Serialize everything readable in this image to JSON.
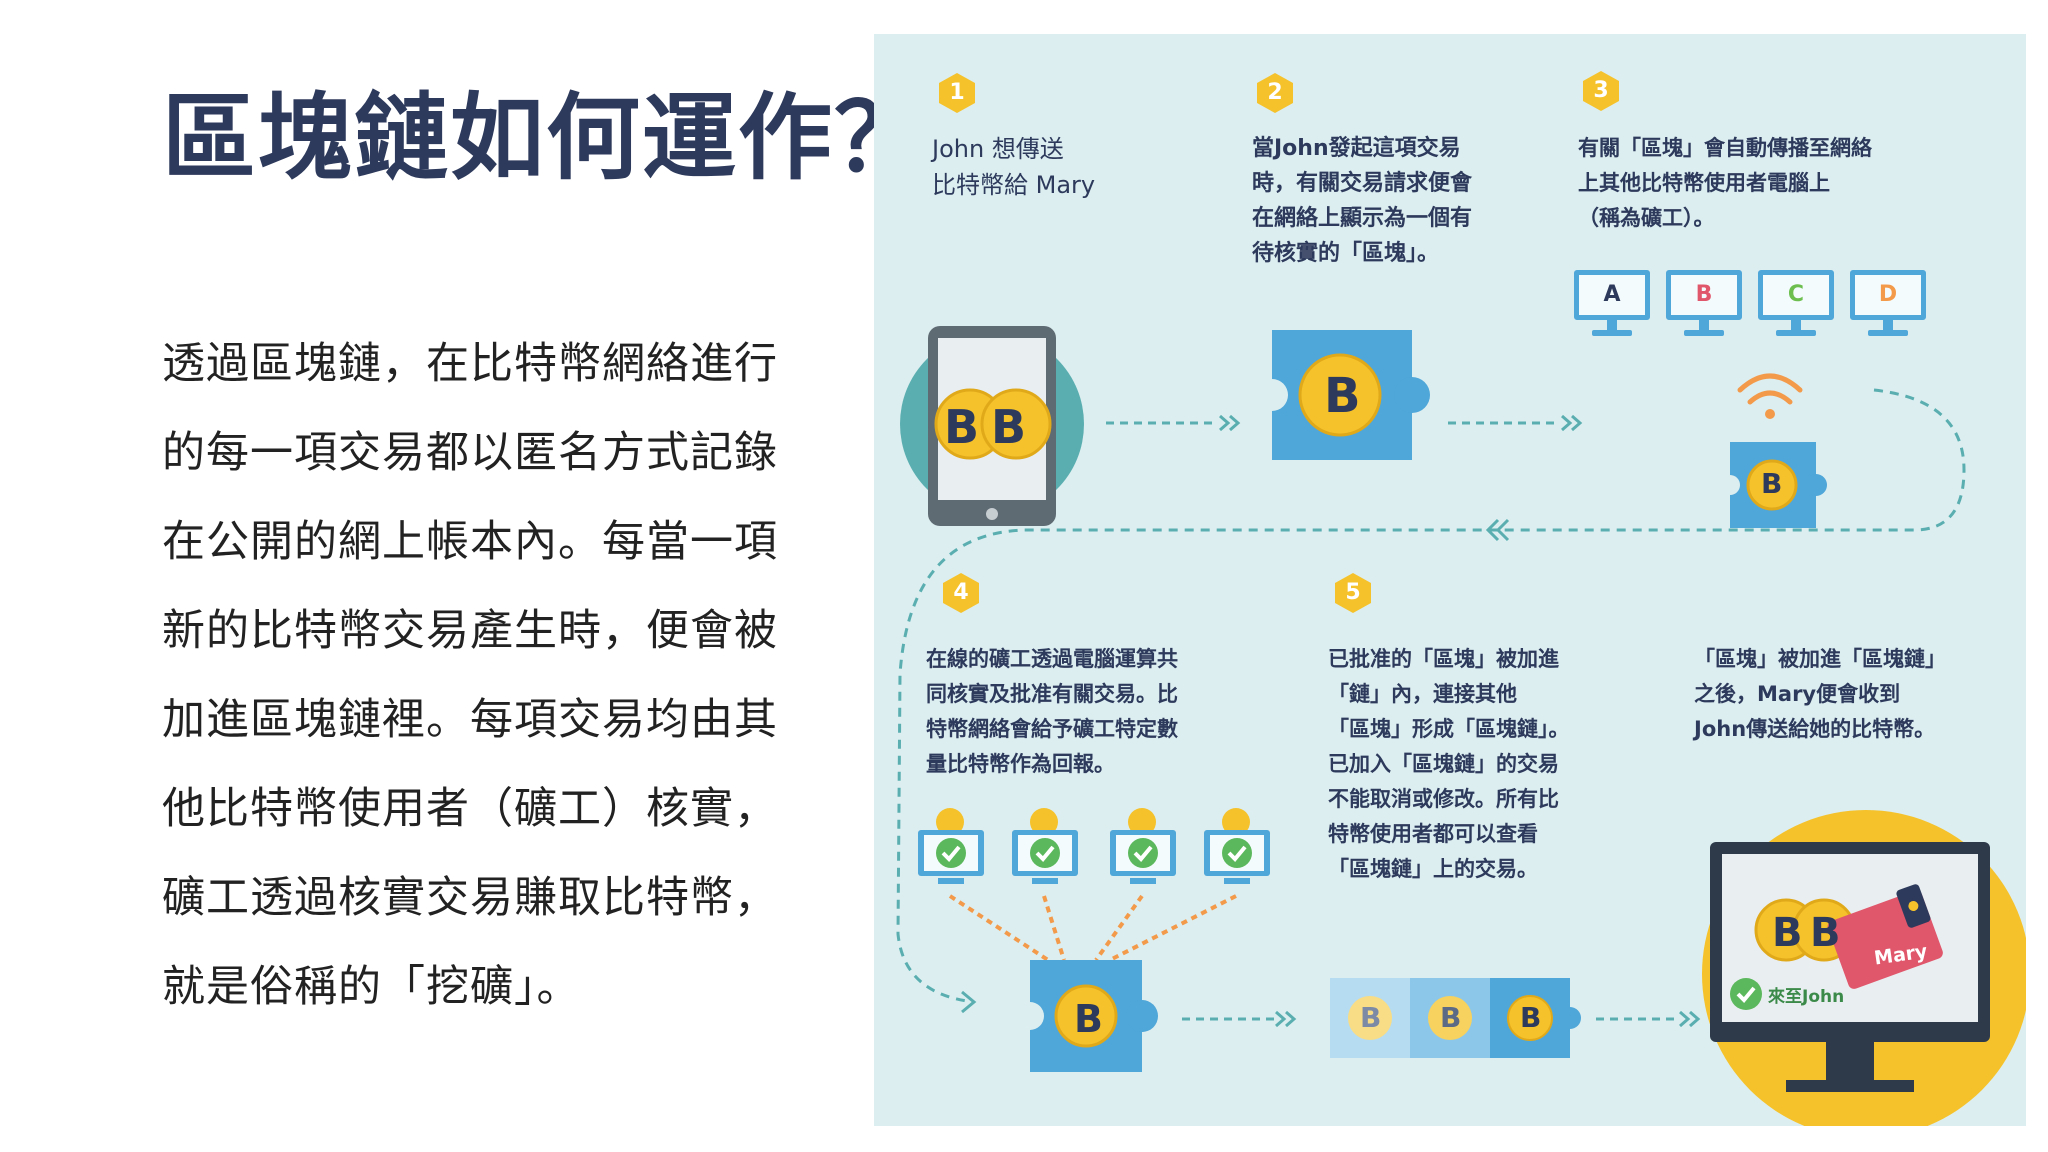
{
  "slide": {
    "title": "區塊鏈如何運作？",
    "body_lines": [
      "透過區塊鏈，在比特幣網絡進行",
      "的每一項交易都以匿名方式記錄",
      "在公開的網上帳本內。每當一項",
      "新的比特幣交易產生時，便會被",
      "加進區塊鏈裡。每項交易均由其",
      "他比特幣使用者（礦工）核實，",
      "礦工透過核實交易賺取比特幣，",
      "就是俗稱的「挖礦」。"
    ]
  },
  "infographic": {
    "steps": [
      {
        "number": "1",
        "lines": [
          "John 想傳送",
          "比特幣給 Mary"
        ]
      },
      {
        "number": "2",
        "lines": [
          "當John發起這項交易",
          "時，有關交易請求便會",
          "在網絡上顯示為一個有",
          "待核實的「區塊」。"
        ]
      },
      {
        "number": "3",
        "lines": [
          "有關「區塊」會自動傳播至網絡",
          "上其他比特幣使用者電腦上",
          "（稱為礦工）。"
        ]
      },
      {
        "number": "4",
        "lines": [
          "在線的礦工透過電腦運算共",
          "同核實及批准有關交易。比",
          "特幣網絡會給予礦工特定數",
          "量比特幣作為回報。"
        ]
      },
      {
        "number": "5",
        "lines": [
          "已批准的「區塊」被加進",
          "「鏈」內，連接其他",
          "「區塊」形成「區塊鏈」。",
          "已加入「區塊鏈」的交易",
          "不能取消或修改。所有比",
          "特幣使用者都可以查看",
          "「區塊鏈」上的交易。"
        ]
      },
      {
        "number": "",
        "lines": [
          "「區塊」被加進「區塊鏈」",
          "之後，Mary便會收到",
          "John傳送給她的比特幣。"
        ]
      }
    ],
    "miners": [
      "A",
      "B",
      "C",
      "D"
    ],
    "miner_colors": [
      "#2e3a5c",
      "#e0566b",
      "#6cbf4f",
      "#f39a4a"
    ],
    "wallet_label": "Mary",
    "from_label": "來至John",
    "bitcoin_symbol": "B",
    "colors": {
      "panel_bg": "#dceef0",
      "accent_yellow": "#f5c22b",
      "accent_blue": "#4fa6d8",
      "text_dark": "#2e3a5c",
      "dash_teal": "#5aaeb0",
      "check_green": "#5cb85c",
      "wallet_red": "#e0566b"
    }
  }
}
